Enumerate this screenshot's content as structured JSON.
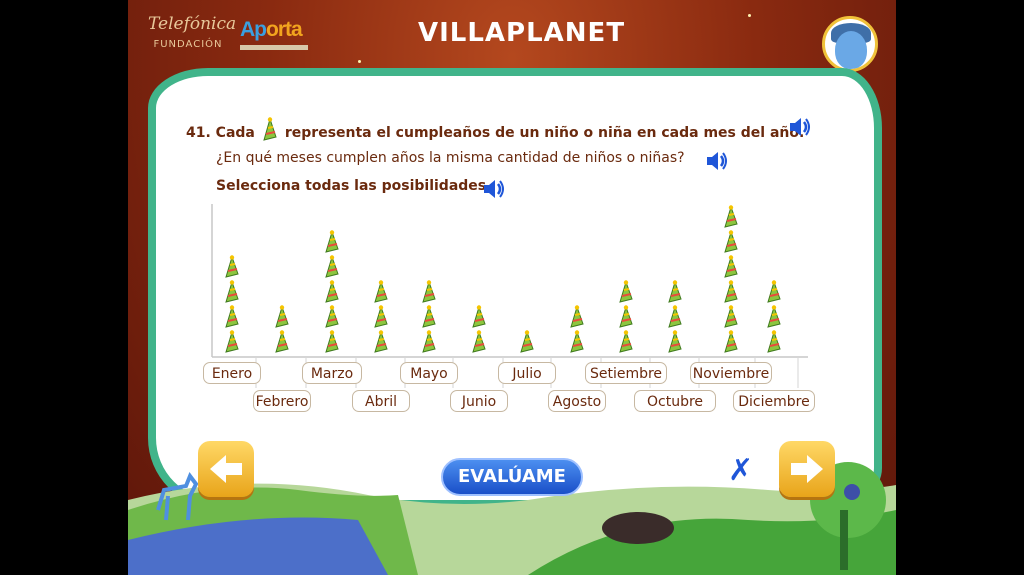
{
  "header": {
    "logo_telefonica": "Telefónica",
    "logo_fundacion": "FUNDACIÓN",
    "logo_aporta_a": "Ap",
    "logo_aporta_b": "orta",
    "title": "VILLAPLANET"
  },
  "question": {
    "number_prefix": "41. Cada",
    "line1_rest": "representa el cumpleaños de un niño o niña en cada mes del año.",
    "line2": "¿En qué meses cumplen años la misma cantidad de niños o niñas?",
    "line3": "Selecciona todas las posibilidades."
  },
  "chart_data": {
    "type": "pictograph",
    "symbol": "party-hat-icon",
    "categories": [
      "Enero",
      "Febrero",
      "Marzo",
      "Abril",
      "Mayo",
      "Junio",
      "Julio",
      "Agosto",
      "Setiembre",
      "Octubre",
      "Noviembre",
      "Diciembre"
    ],
    "values": [
      4,
      2,
      5,
      3,
      3,
      2,
      1,
      2,
      3,
      3,
      6,
      3
    ]
  },
  "buttons": {
    "evaluate": "EVALÚAME",
    "incorrect_mark": "✗"
  },
  "colors": {
    "frame": "#41b48a",
    "text": "#6a2a0e",
    "button_blue": "#1a4fc8",
    "arrow_button": "#f2b830"
  }
}
